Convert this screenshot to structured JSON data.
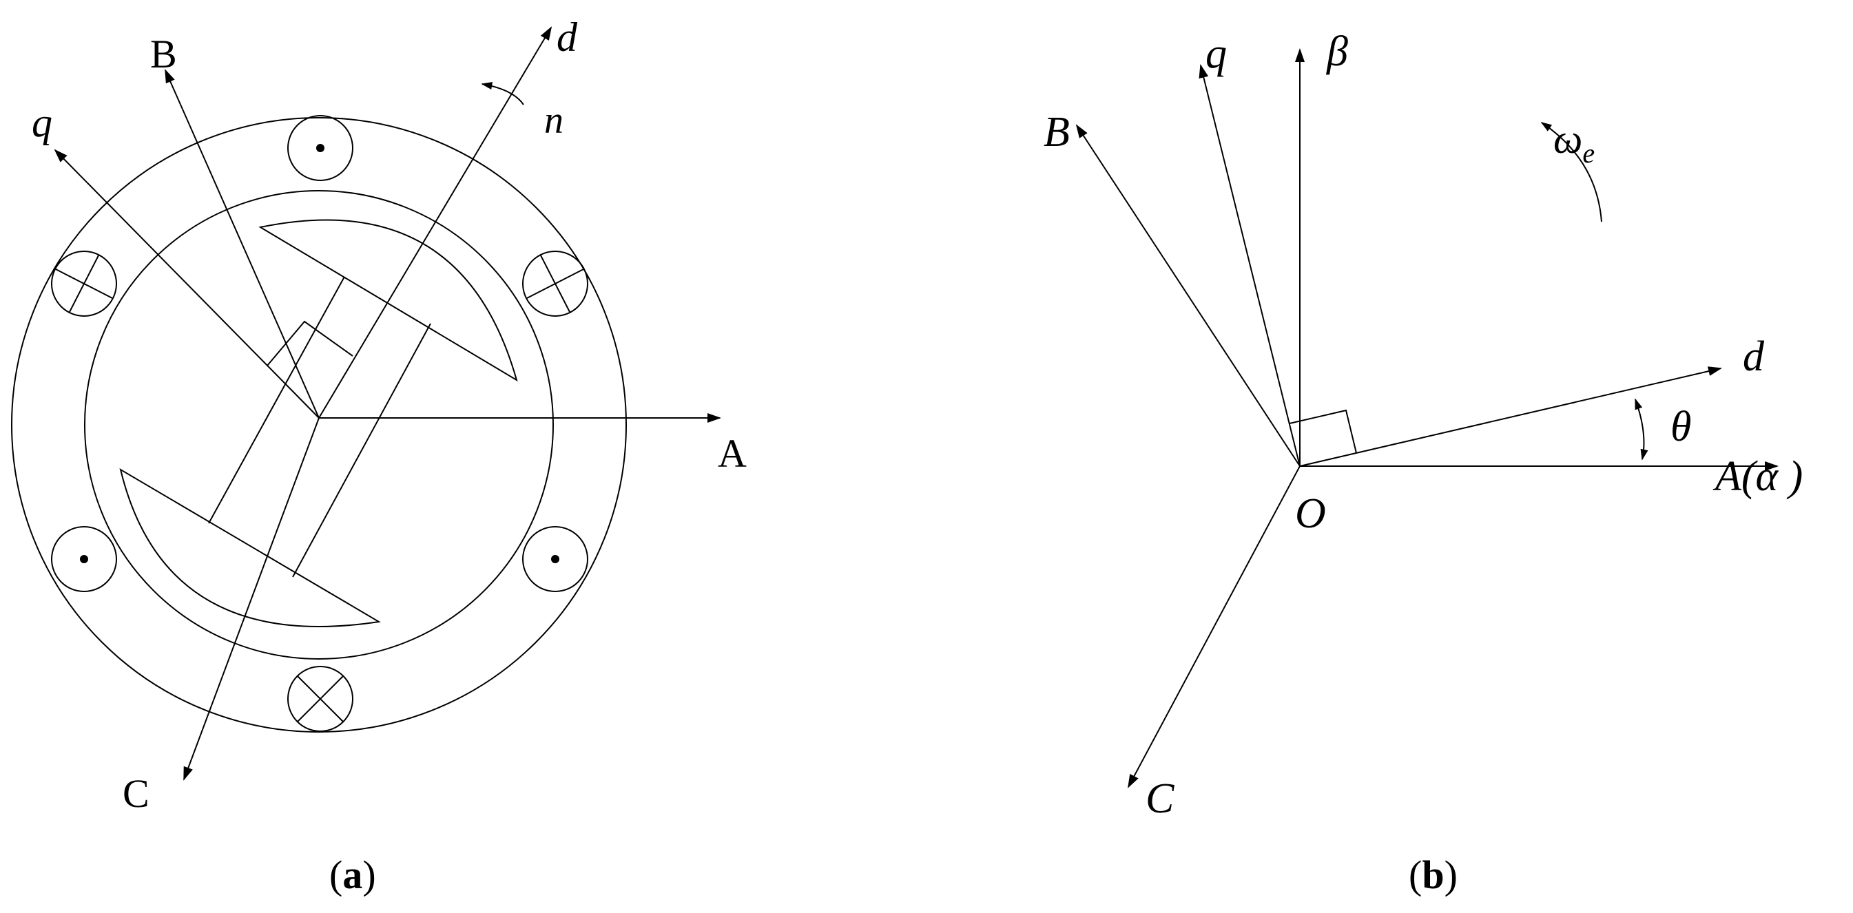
{
  "panel_a": {
    "labels": {
      "a_axis": "A",
      "b_axis": "B",
      "c_axis": "C",
      "d_axis": "d",
      "q_axis": "q",
      "rotation": "n"
    },
    "caption": {
      "open": "(",
      "letter": "a",
      "close": ")"
    }
  },
  "panel_b": {
    "labels": {
      "a_alpha_axis": "A(α )",
      "b_axis": "B",
      "c_axis": "C",
      "d_axis": "d",
      "q_axis": "q",
      "beta_axis": "β",
      "origin": "O",
      "theta": "θ",
      "omega_main": "ω",
      "omega_sub": "e"
    },
    "caption": {
      "open": "(",
      "letter": "b",
      "close": ")"
    }
  },
  "colors": {
    "ink": "#000000",
    "background": "#ffffff"
  }
}
